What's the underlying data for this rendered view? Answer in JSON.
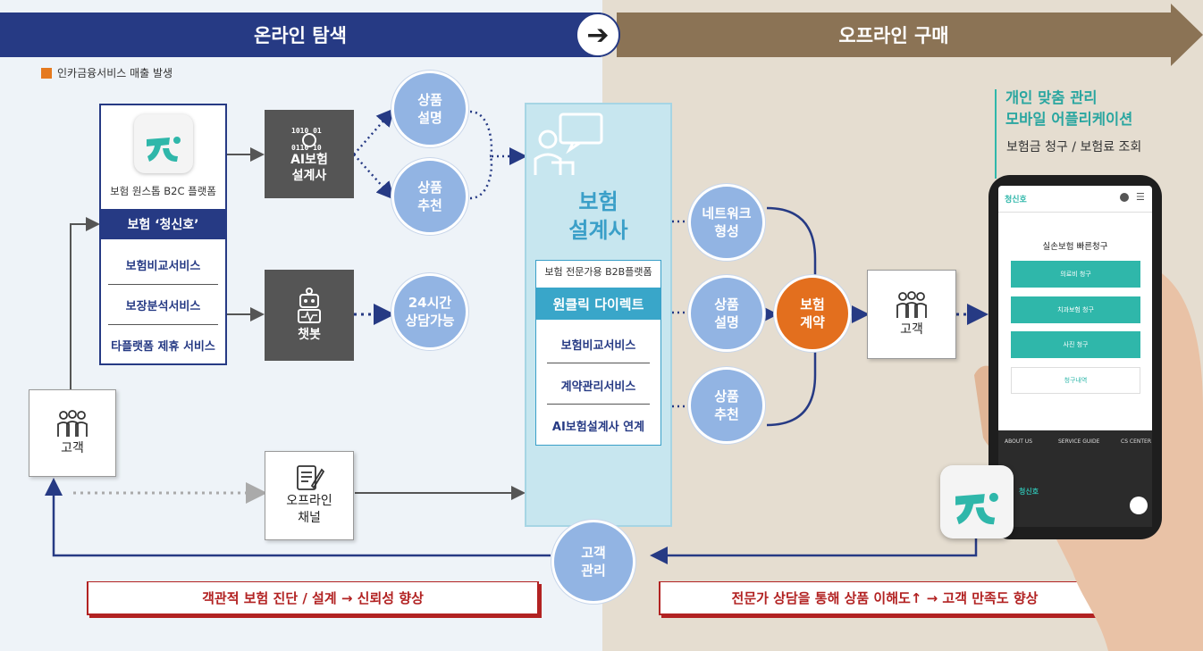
{
  "header": {
    "left": "온라인 탐색",
    "right": "오프라인 구매"
  },
  "legend": {
    "label": "인카금융서비스 매출 발생",
    "color": "#e57a1f"
  },
  "platform": {
    "subtitle": "보험 원스톱 B2C 플랫폼",
    "title": "보험 ‘청신호’",
    "items": [
      "보험비교서비스",
      "보장분석서비스",
      "타플랫폼 제휴 서비스"
    ]
  },
  "ai_planner": {
    "line1": "AI보험",
    "line2": "설계사"
  },
  "chatbot": {
    "label": "챗봇"
  },
  "offline_channel": {
    "line1": "오프라인",
    "line2": "채널"
  },
  "customer_left": {
    "label": "고객"
  },
  "customer_right": {
    "label": "고객"
  },
  "circles": {
    "product_desc_1": [
      "상품",
      "설명"
    ],
    "product_rec_1": [
      "상품",
      "추천"
    ],
    "counsel_24h": [
      "24시간",
      "상담가능"
    ],
    "network": [
      "네트워크",
      "형성"
    ],
    "product_desc_2": [
      "상품",
      "설명"
    ],
    "product_rec_2": [
      "상품",
      "추천"
    ],
    "contract": [
      "보험",
      "계약"
    ],
    "customer_mgmt": [
      "고객",
      "관리"
    ]
  },
  "center": {
    "title_line1": "보험",
    "title_line2": "설계사",
    "b2b_subtitle": "보험 전문가용 B2B플랫폼",
    "b2b_title": "원클릭 다이렉트",
    "b2b_items": [
      "보험비교서비스",
      "계약관리서비스",
      "AI보험설계사 연계"
    ]
  },
  "callouts": {
    "left": "객관적 보험 진단 / 설계 → 신뢰성 향상",
    "right": "전문가 상담을 통해 상품 이해도↑ → 고객 만족도 향상"
  },
  "app": {
    "title_line1": "개인 맞춤 관리",
    "title_line2": "모바일 어플리케이션",
    "subtitle": "보험금 청구 / 보험료 조회"
  },
  "phone": {
    "brand": "청신호",
    "screen_title": "실손보험 빠른청구",
    "buttons": [
      "의료비 청구",
      "치과보험 청구",
      "사진 청구"
    ],
    "history": "청구내역",
    "footer_cols": [
      "ABOUT US",
      "SERVICE GUIDE",
      "CS CENTER"
    ],
    "footer_brand": "청신호"
  },
  "colors": {
    "navy": "#263a84",
    "brown": "#8b7355",
    "circle_blue": "#92b4e3",
    "orange": "#e36f1e",
    "teal": "#2aa6a0",
    "callout_red": "#b22222"
  }
}
